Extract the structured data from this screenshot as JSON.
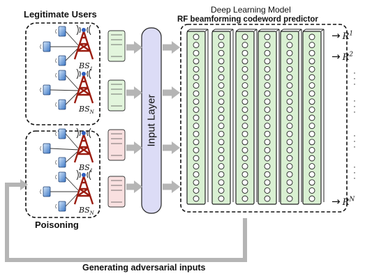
{
  "title_top": "Deep Learning Model",
  "title_main": "RF beamforming codeword predictor",
  "legit_label": "Legitimate Users",
  "poison_label": "Poisoning",
  "input_layer": "Input Layer",
  "bottom_label": "Generating adversarial inputs",
  "bs": [
    {
      "base": "BS",
      "sub": "1"
    },
    {
      "base": "BS",
      "sub": "N"
    },
    {
      "base": "BS",
      "sub": "1"
    },
    {
      "base": "BS",
      "sub": "N"
    }
  ],
  "outputs": [
    {
      "base": "R",
      "sup": "1"
    },
    {
      "base": "R",
      "sup": "2"
    },
    {
      "base": "R",
      "sup": "N"
    }
  ],
  "colors": {
    "legit_box": "#e2f5dc",
    "poison_box": "#f9e0e0",
    "input_layer": "#dcdcf6",
    "hidden_layer": "#d9f0d2",
    "arrow": "#b5b5b5",
    "tower": "#9b1c10",
    "device": "#5b8fd0"
  }
}
